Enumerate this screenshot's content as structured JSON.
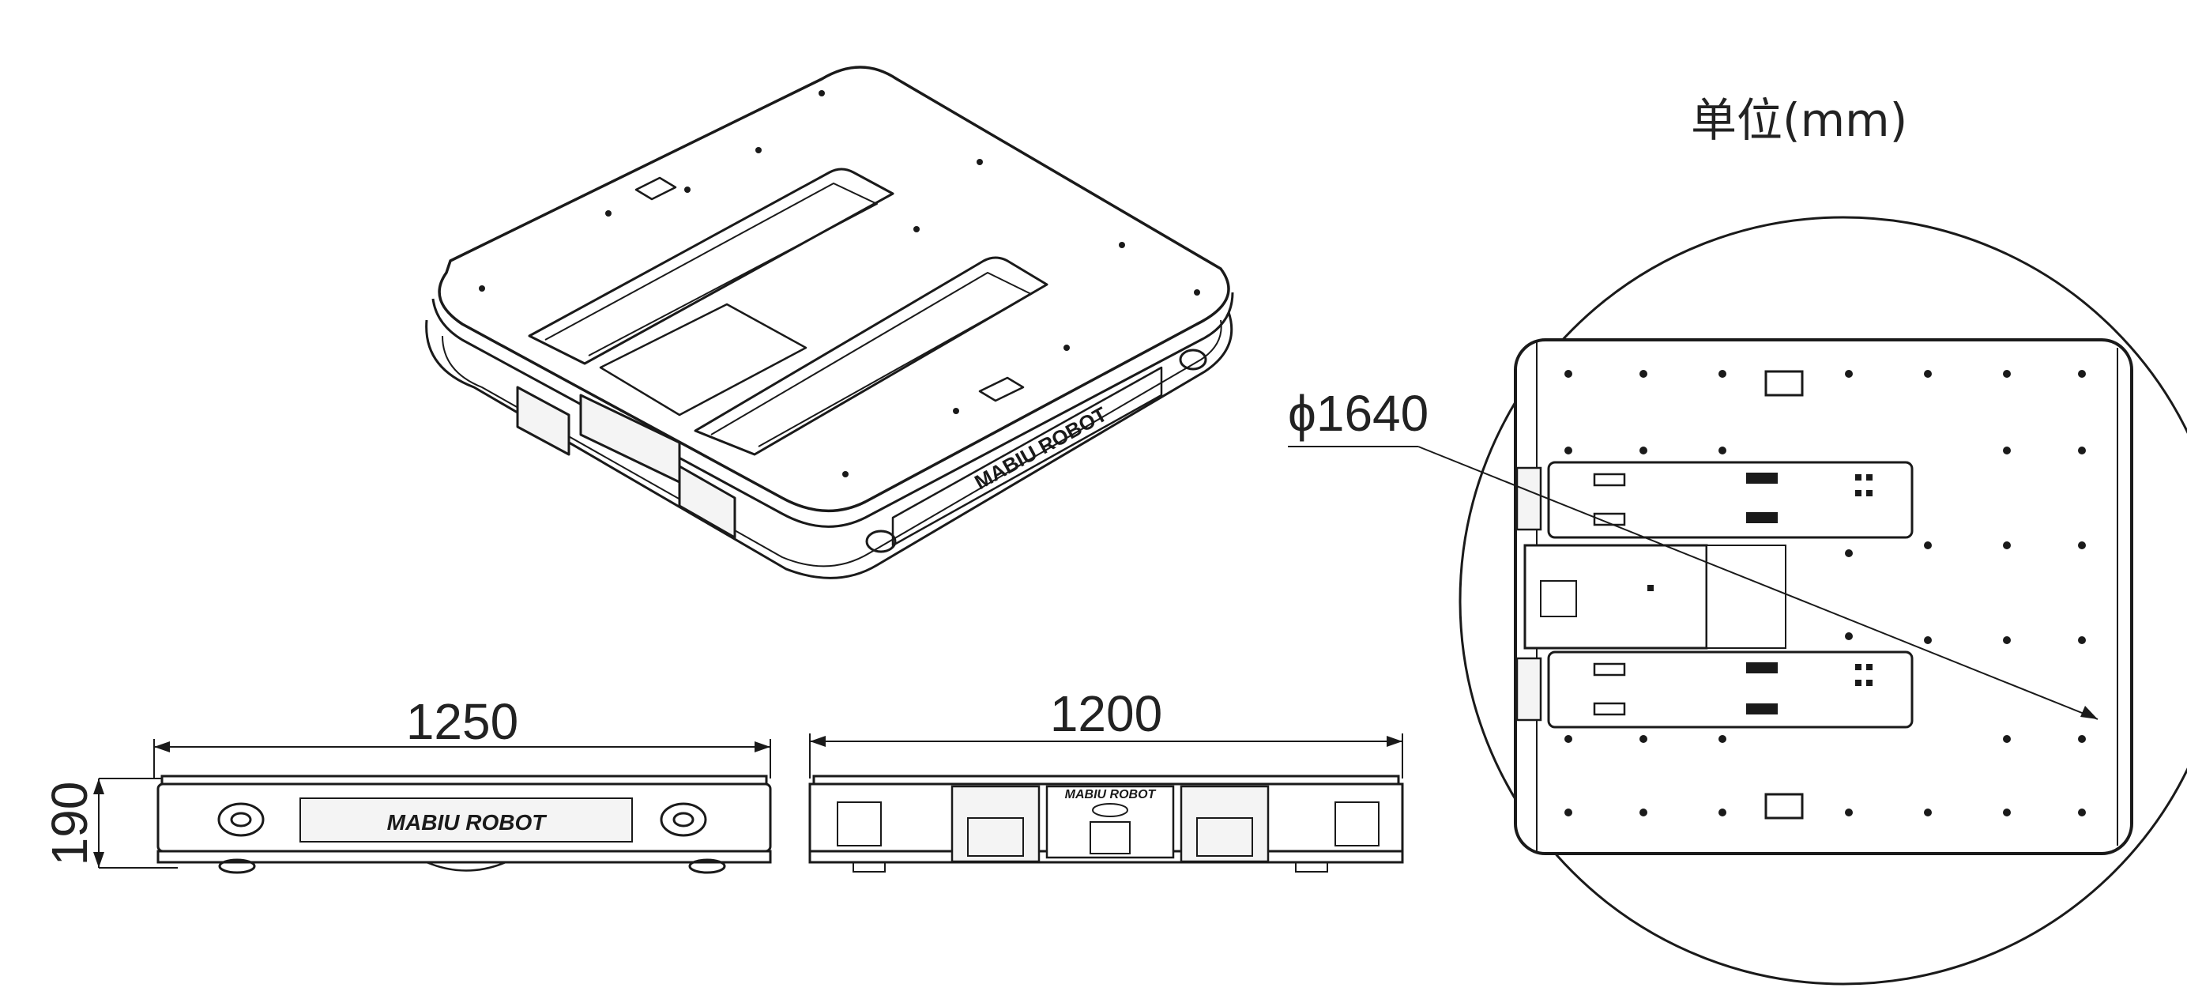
{
  "unit_label": "单位(mm)",
  "dimensions": {
    "length": "1250",
    "width": "1200",
    "height": "190",
    "diameter": "ϕ1640"
  },
  "brand_text": "MABIU ROBOT",
  "colors": {
    "line": "#1a1a1a",
    "background": "#ffffff",
    "panel": "#f4f4f4"
  }
}
